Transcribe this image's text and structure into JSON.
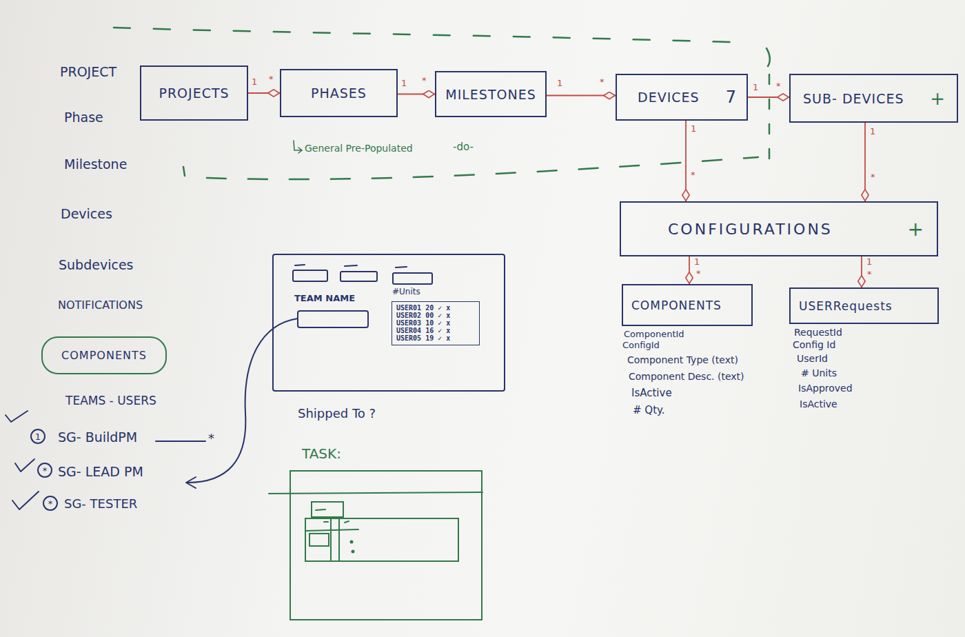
{
  "diagram": {
    "nodes": [
      {
        "text": [
          "PROJECTS"
        ]
      },
      {
        "text": [
          "PHASES"
        ]
      },
      {
        "text": [
          "MILESTONES"
        ]
      },
      {
        "text": [
          "DEVICES",
          "7"
        ]
      },
      {
        "text": [
          "SUB- DEVICES",
          "+"
        ]
      },
      {
        "text": [
          "CONFIGURATIONS",
          "+"
        ]
      },
      {
        "text": [
          "COMPONENTS"
        ]
      },
      {
        "text": [
          "USERRequests"
        ]
      },
      {
        "text": [
          "COMPONENTS"
        ]
      },
      {
        "text": [
          "TEAM NAME"
        ]
      },
      {
        "text": [
          "#Units",
          "USER01 20 ✓ x",
          "USER02 00 ✓ x",
          "USER03 10 ✓ x",
          "USER04 16 ✓ x",
          "USER05 19 ✓ x"
        ],
        "in": 9
      },
      {
        "text": [
          "TASK:"
        ]
      },
      {
        "text": [
          "1"
        ]
      },
      {
        "text": [
          "*"
        ]
      },
      {
        "text": [
          "*"
        ]
      }
    ],
    "edges": [
      {
        "from": 0,
        "to": 1,
        "arrow": "to"
      },
      {
        "from": 1,
        "to": 2,
        "arrow": "to"
      },
      {
        "from": 2,
        "to": 3,
        "arrow": "to"
      },
      {
        "from": 3,
        "to": 4,
        "arrow": "to"
      },
      {
        "from": 3,
        "to": 5,
        "arrow": "to"
      },
      {
        "from": 4,
        "to": 5,
        "arrow": "to"
      },
      {
        "from": 5,
        "to": 6,
        "arrow": "to"
      },
      {
        "from": 5,
        "to": 7,
        "arrow": "to"
      }
    ],
    "labels": [
      "PROJECT",
      "Phase",
      "Milestone",
      "Devices",
      "Subdevices",
      "NOTIFICATIONS",
      "TEAMS - USERS",
      "SG- BuildPM",
      "*",
      "SG- LEAD PM",
      "SG- TESTER",
      "General Pre-Populated",
      "-do-",
      "Shipped To ?",
      "ComponentId",
      "ConfigId",
      "Component Type (text)",
      "Component Desc. (text)",
      "IsActive",
      "# Qty.",
      "RequestId",
      "Config Id",
      "UserId",
      "# Units",
      "IsApproved",
      "IsActive",
      "1",
      "*",
      "1",
      "*",
      "1",
      "*",
      "1",
      "*",
      "1",
      "*",
      "1",
      "*",
      "1",
      "*",
      "1",
      "*"
    ]
  }
}
